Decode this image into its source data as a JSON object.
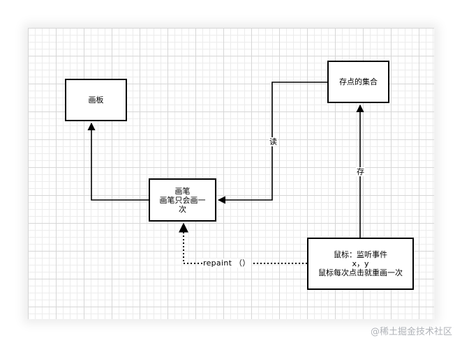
{
  "nodes": {
    "huaban": {
      "label": "画板"
    },
    "cundian": {
      "label": "存点的集合"
    },
    "huabi": {
      "lines": [
        "画笔",
        "画笔只会画一",
        "次"
      ]
    },
    "shubiao": {
      "lines": [
        "鼠标：监听事件",
        "x，y",
        "鼠标每次点击就重画一次"
      ]
    }
  },
  "edges": {
    "read_label": "读",
    "store_label": "存",
    "repaint_label": "repaint （）"
  },
  "watermark": "@稀土掘金技术社区",
  "colors": {
    "stroke": "#000000",
    "watermark": "#b0b3b8"
  }
}
